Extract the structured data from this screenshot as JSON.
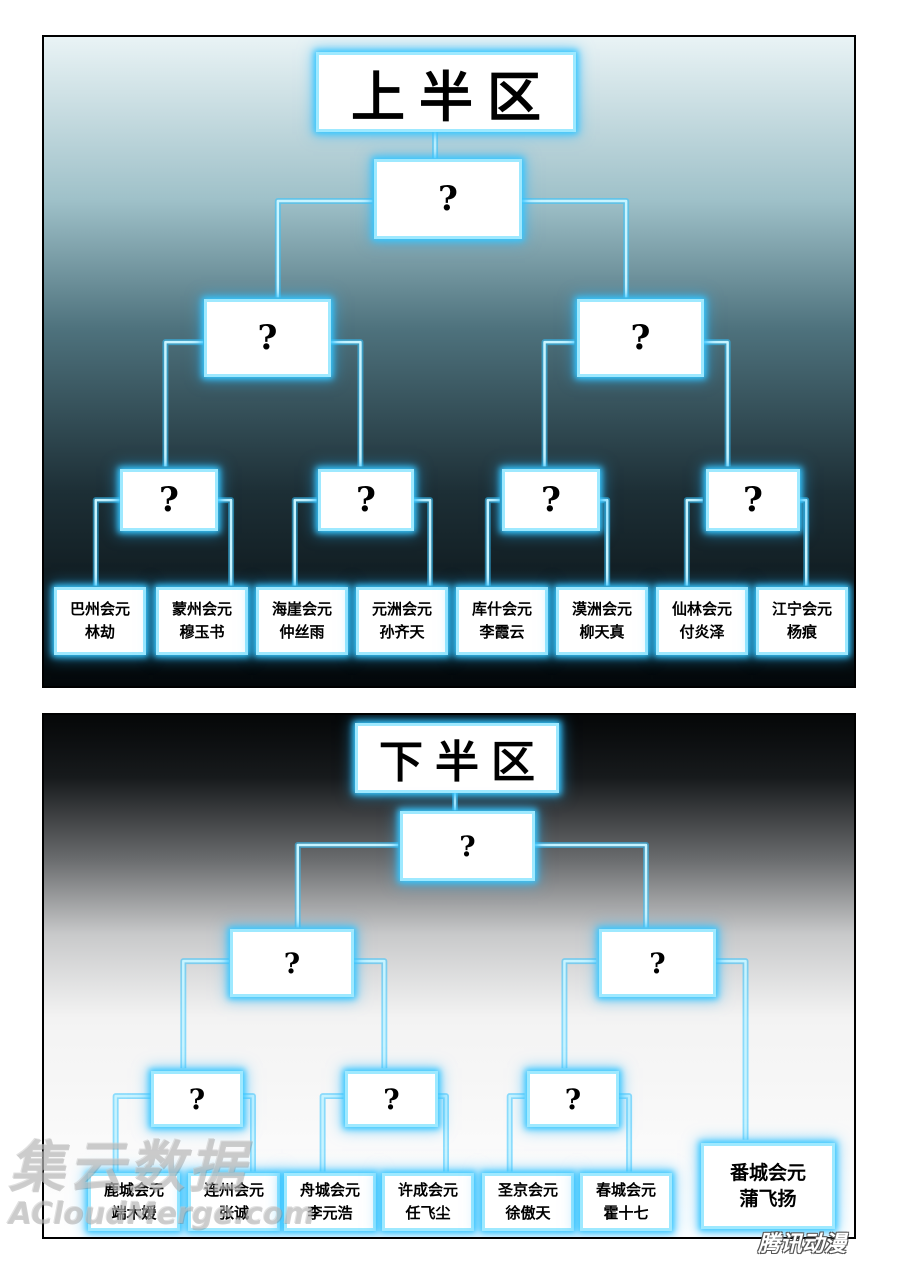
{
  "upper": {
    "title": "上半区",
    "final": "?",
    "semifinals": [
      "?",
      "?"
    ],
    "quarterfinals": [
      "?",
      "?",
      "?",
      "?"
    ],
    "entrants": [
      {
        "city": "巴州会元",
        "name": "林劫"
      },
      {
        "city": "蒙州会元",
        "name": "穆玉书"
      },
      {
        "city": "海崖会元",
        "name": "仲丝雨"
      },
      {
        "city": "元洲会元",
        "name": "孙齐天"
      },
      {
        "city": "库什会元",
        "name": "李霞云"
      },
      {
        "city": "漠洲会元",
        "name": "柳天真"
      },
      {
        "city": "仙林会元",
        "name": "付炎泽"
      },
      {
        "city": "江宁会元",
        "name": "杨痕"
      }
    ]
  },
  "lower": {
    "title": "下半区",
    "final": "?",
    "semifinals": [
      "?",
      "?"
    ],
    "quarterfinals": [
      "?",
      "?",
      "?"
    ],
    "entrants": [
      {
        "city": "鹿城会元",
        "name": "端木媛"
      },
      {
        "city": "连州会元",
        "name": "张诚"
      },
      {
        "city": "舟城会元",
        "name": "李元浩"
      },
      {
        "city": "许成会元",
        "name": "任飞尘"
      },
      {
        "city": "圣京会元",
        "name": "徐傲天"
      },
      {
        "city": "春城会元",
        "name": "霍十七"
      }
    ],
    "bye": {
      "city": "番城会元",
      "name": "蒲飞扬"
    }
  },
  "watermark": {
    "text_cn": "集云数据",
    "text_en": "ACloudMerge.com"
  },
  "publisher_logo": "腾讯动漫",
  "colors": {
    "glow": "#37c8ff",
    "glow_light": "#9ee9ff",
    "box_fill": "#ffffff"
  }
}
